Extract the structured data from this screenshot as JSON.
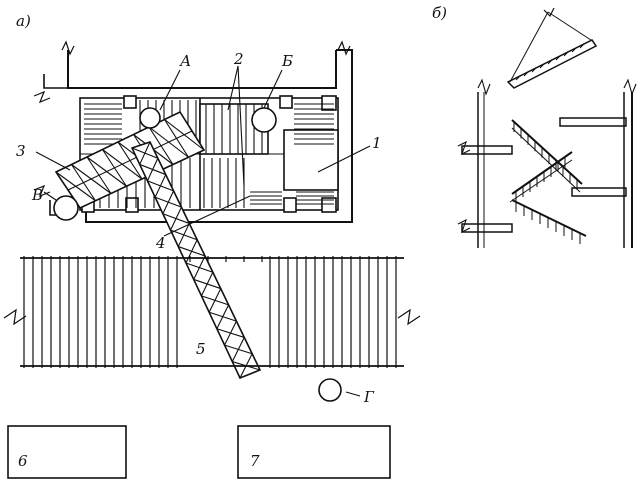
{
  "figure": {
    "panel_a": "а)",
    "panel_b": "б)"
  },
  "labels": {
    "n1": "1",
    "n2": "2",
    "n3": "3",
    "n4": "4",
    "n5": "5",
    "n6": "6",
    "n7": "7",
    "A": "А",
    "B": "Б",
    "V": "В",
    "G": "Г"
  },
  "colors": {
    "ink": "#111111",
    "paper": "#ffffff"
  }
}
